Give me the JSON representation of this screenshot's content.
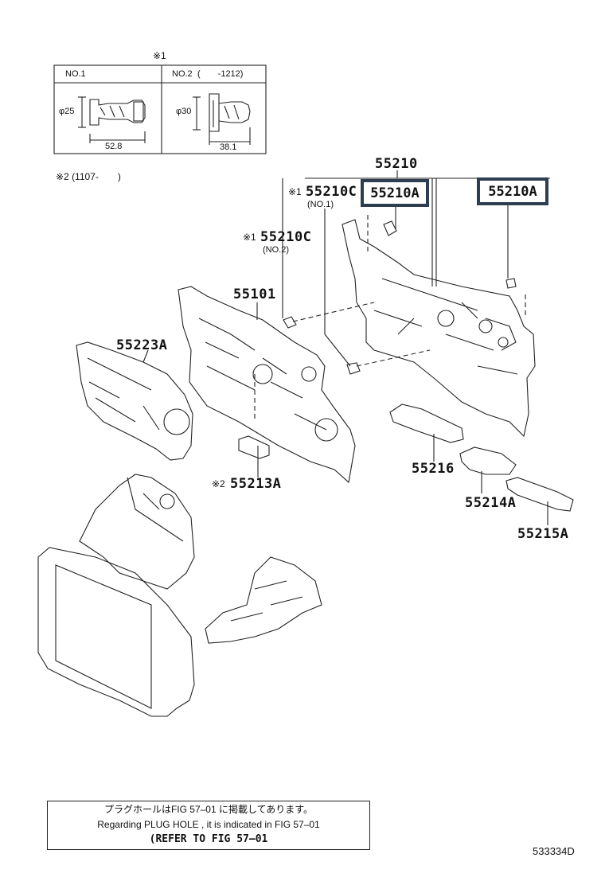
{
  "legend": {
    "marker": "※1",
    "no1": {
      "label": "NO.1",
      "diameter": "φ25",
      "length": "52.8"
    },
    "no2": {
      "label": "NO.2",
      "range": "(　　-1212)",
      "diameter": "φ30",
      "length": "38.1"
    }
  },
  "note2": "※2 (1107-　　)",
  "parts": {
    "p55210": "55210",
    "p55210a_left": "55210A",
    "p55210a_right": "55210A",
    "p55210c_no1_marker": "※1",
    "p55210c_no1": "55210C",
    "p55210c_no1_sub": "(NO.1)",
    "p55210c_no2_marker": "※1",
    "p55210c_no2": "55210C",
    "p55210c_no2_sub": "(NO.2)",
    "p55101": "55101",
    "p55223a": "55223A",
    "p55213a_marker": "※2",
    "p55213a": "55213A",
    "p55216": "55216",
    "p55214a": "55214A",
    "p55215a": "55215A"
  },
  "footer_note": {
    "line1": "プラグホールはFIG 57–01 に掲載してあります。",
    "line2": "Regarding  PLUG  HOLE , it is indicated in  FIG  57–01",
    "line3": "(REFER TO FIG 57–01"
  },
  "diagram_id": "533334D",
  "colors": {
    "highlight_border": "#2c3e50",
    "line": "#222222"
  }
}
